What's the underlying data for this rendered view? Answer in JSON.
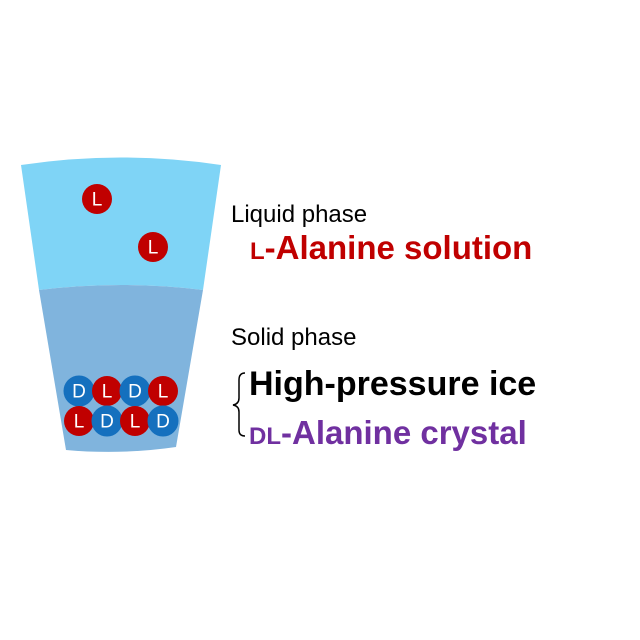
{
  "labels": {
    "liquid_phase": "Liquid phase",
    "liquid_prefix": "L",
    "liquid_name": "-Alanine solution",
    "solid_phase": "Solid phase",
    "solid_ice": "High-pressure ice",
    "solid_prefix": "DL",
    "solid_name": "-Alanine crystal"
  },
  "molecules": {
    "liquid": [
      "L",
      "L"
    ],
    "crystal_row1": [
      "D",
      "L",
      "D",
      "L"
    ],
    "crystal_row2": [
      "L",
      "D",
      "L",
      "D"
    ]
  },
  "colors": {
    "liquid": "#7fd4f6",
    "solid": "#80b4dd",
    "L": "#c00000",
    "D": "#1570be",
    "purple": "#7030a0"
  }
}
